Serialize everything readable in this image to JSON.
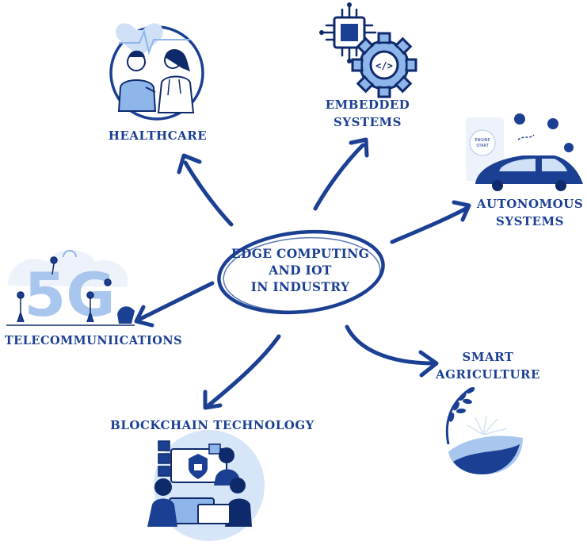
{
  "center": {
    "lines": [
      "EDGE COMPUTING",
      "AND IOT",
      "IN INDUSTRY"
    ]
  },
  "nodes": {
    "healthcare": {
      "label": "HEALTHCARE"
    },
    "embedded": {
      "line1": "EMBEDDED",
      "line2": "SYSTEMS"
    },
    "autonomous": {
      "line1": "AUTONOMOUS",
      "line2": "SYSTEMS",
      "screen_text_1": "ENGINE",
      "screen_text_2": "START"
    },
    "telecom": {
      "label": "TELECOMMUNIICATIONS",
      "big_text": "5G"
    },
    "agriculture": {
      "line1": "SMART",
      "line2": "AGRICULTURE"
    },
    "blockchain": {
      "label": "BLOCKCHAIN TECHNOLOGY"
    }
  },
  "colors": {
    "primary": "#1b3f93",
    "light": "#cfe0f7",
    "mid": "#8fb6ea",
    "dark": "#0f2a6b"
  }
}
